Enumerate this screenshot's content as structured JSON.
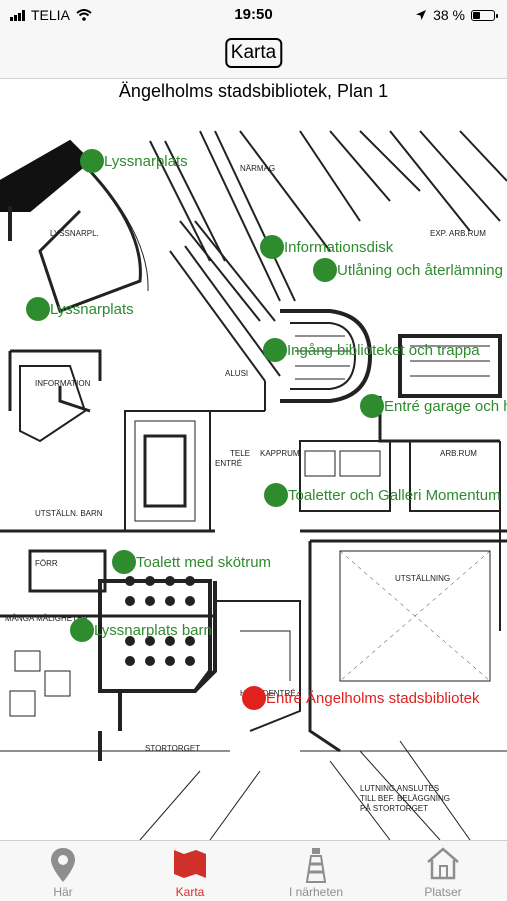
{
  "status_bar": {
    "carrier": "TELIA",
    "time": "19:50",
    "battery": "38 %",
    "battery_level": 0.38
  },
  "navbar": {
    "title": "Karta"
  },
  "map": {
    "title": "Ängelholms stadsbibliotek, Plan 1",
    "pois": [
      {
        "label": "Lyssnarplats",
        "color": "#2e8b2e"
      },
      {
        "label": "Informationsdisk",
        "color": "#2e8b2e"
      },
      {
        "label": "Utlåning och återlämning",
        "color": "#2e8b2e"
      },
      {
        "label": "Lyssnarplats",
        "color": "#2e8b2e"
      },
      {
        "label": "Ingång biblioteket och trappa",
        "color": "#2e8b2e"
      },
      {
        "label": "Entré garage och hiss",
        "color": "#2e8b2e"
      },
      {
        "label": "Toaletter och Galleri Momentum",
        "color": "#2e8b2e"
      },
      {
        "label": "Toalett med skötrum",
        "color": "#2e8b2e"
      },
      {
        "label": "Lyssnarplats barn",
        "color": "#2e8b2e"
      },
      {
        "label": "Entré Ängelholms stadsbibliotek",
        "color": "#e0211d"
      }
    ]
  },
  "tabs": [
    {
      "label": "Här",
      "icon": "map-pin-icon"
    },
    {
      "label": "Karta",
      "icon": "folded-map-icon",
      "active": true
    },
    {
      "label": "I närheten",
      "icon": "lighthouse-icon"
    },
    {
      "label": "Platser",
      "icon": "house-icon"
    }
  ],
  "colors": {
    "accent": "#d0302a",
    "tab_inactive": "#8e8e8e",
    "poi_green": "#2e8b2e",
    "poi_red": "#e0211d"
  }
}
